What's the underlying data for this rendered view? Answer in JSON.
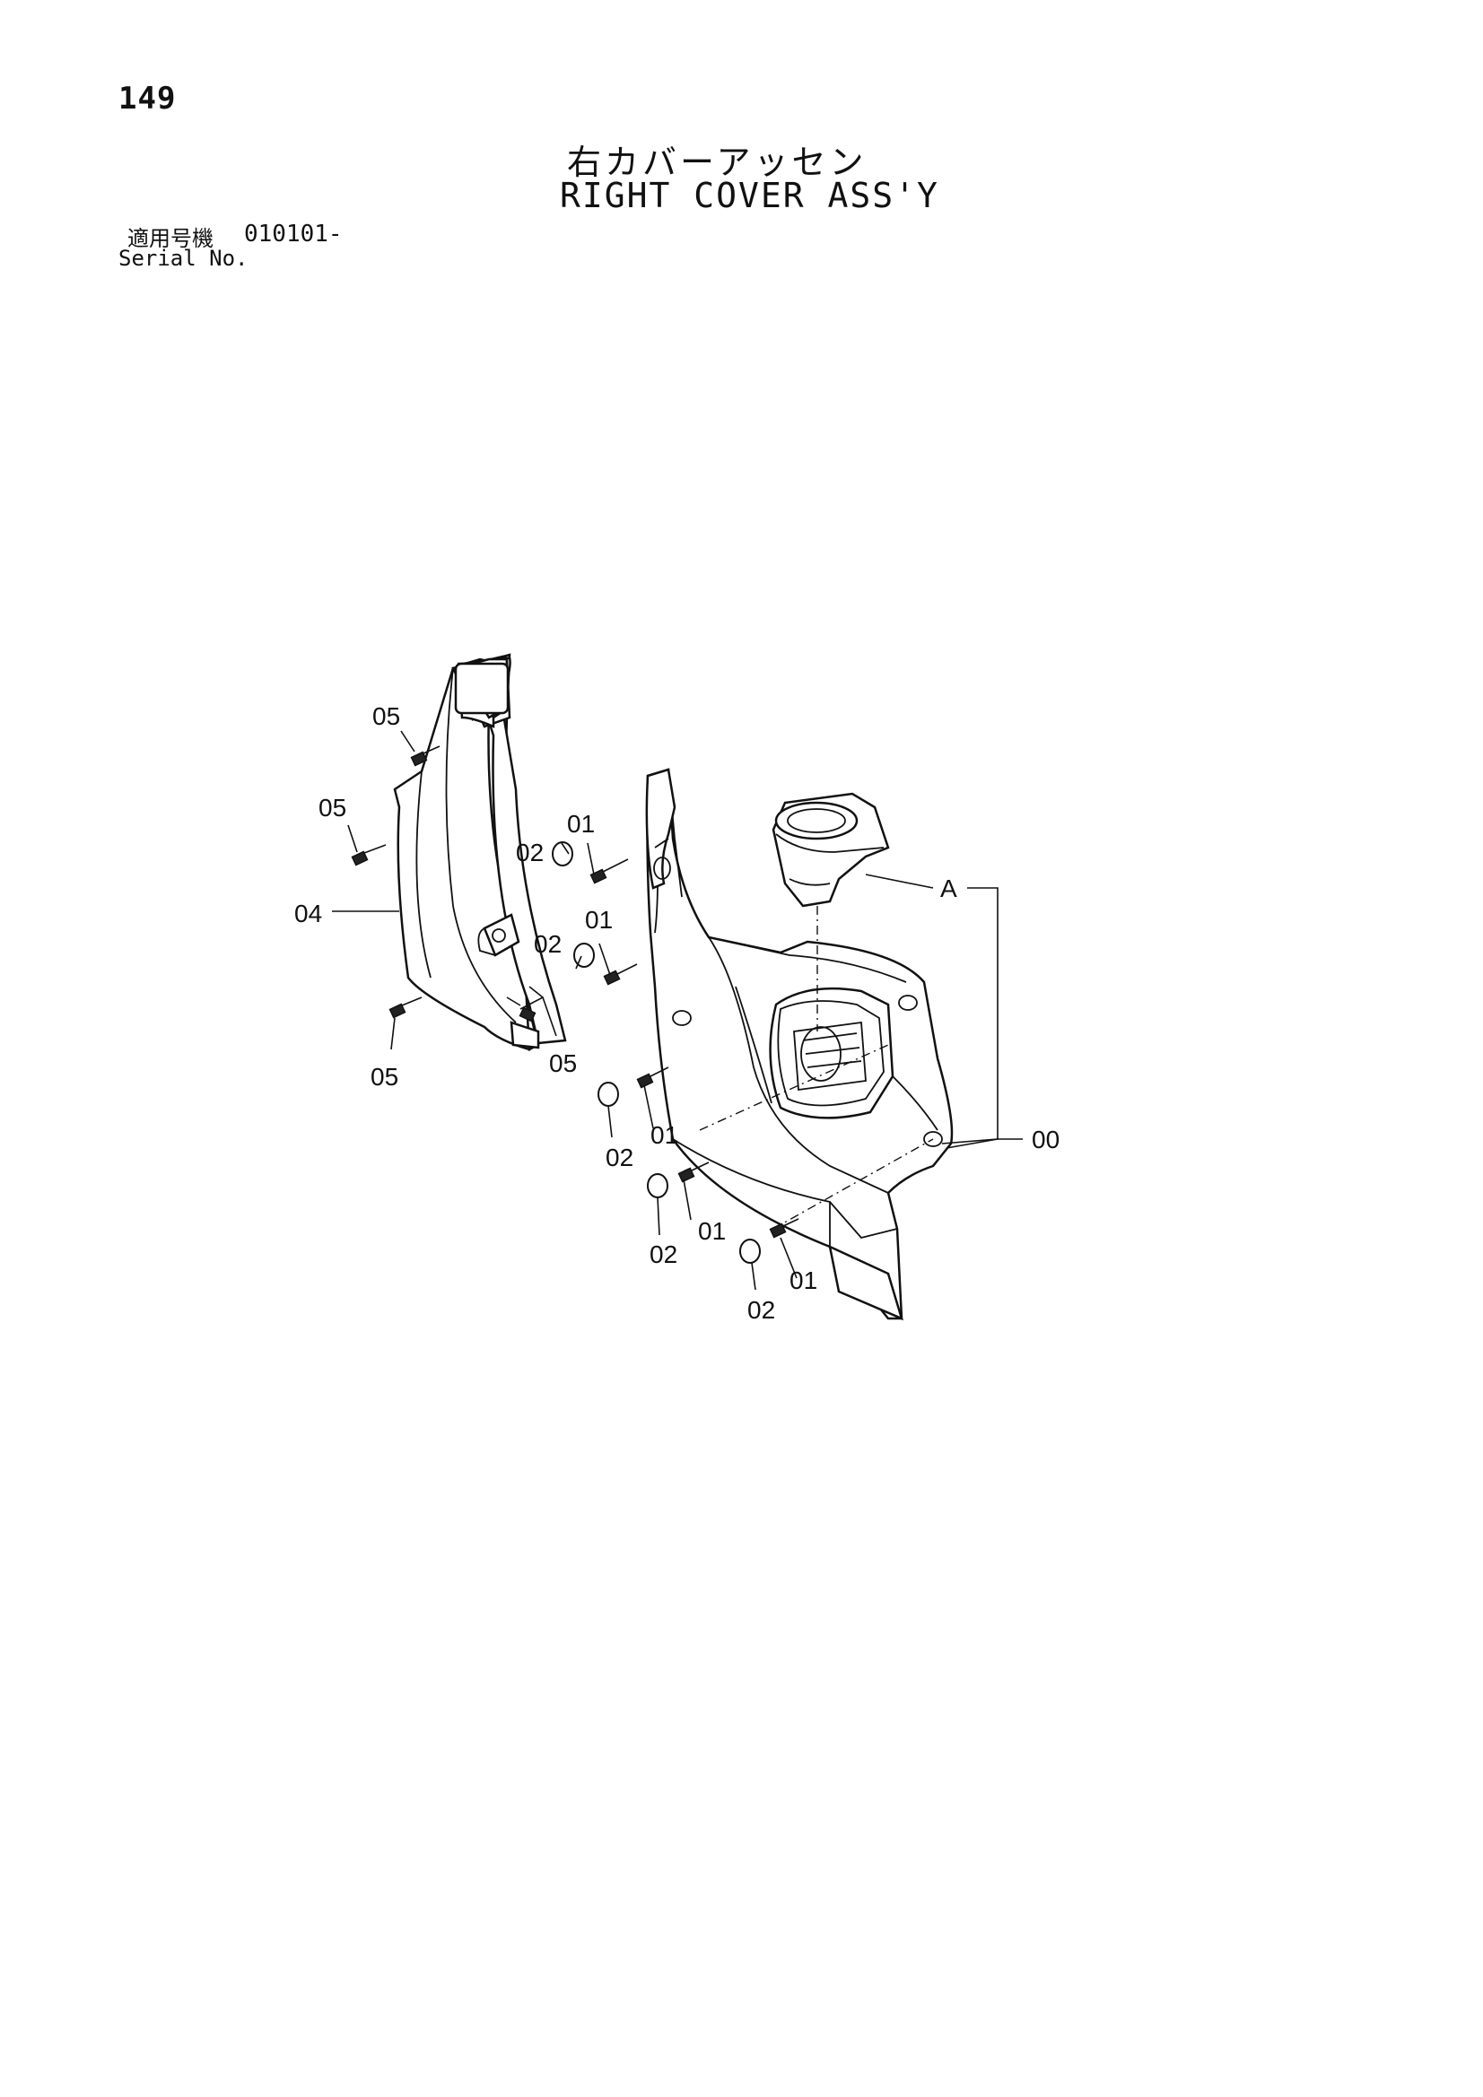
{
  "header": {
    "page_number": "149",
    "title_jp": "右カバーアッセン",
    "title_en": "RIGHT COVER ASS'Y",
    "serial_label_jp": "適用号機",
    "serial_value": "010101-",
    "serial_label_en": "Serial No."
  },
  "callouts": {
    "c05a": "05",
    "c05b": "05",
    "c05c": "05",
    "c05d": "05",
    "c04": "04",
    "c01a": "01",
    "c01b": "01",
    "c01c": "01",
    "c01d": "01",
    "c01e": "01",
    "c02a": "02",
    "c02b": "02",
    "c02c": "02",
    "c02d": "02",
    "c02e": "02",
    "cA": "A",
    "c00": "00"
  }
}
